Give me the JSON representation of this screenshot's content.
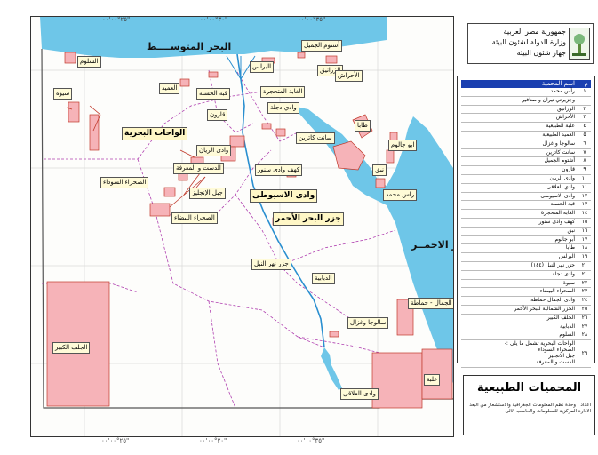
{
  "header": {
    "line1": "جمهورية مصر العربية",
    "line2": "وزارة الدولة لشئون البيئة",
    "line3": "جهاز شئون البيئة"
  },
  "map_title": "المحميات الطبيعية",
  "credit": "اعداد : وحدة نظم المعلومات الجغرافية والاستشعار من البعد الادارة المركزية للمعلومات والحاسب الالى",
  "coords": {
    "top": [
      "٢٥°٠٠'٠٠\"",
      "٣٠°٠٠'٠٠\"",
      "٣٥°٠٠'٠٠\""
    ],
    "bottom": [
      "٢٥°٠٠'٠٠\"",
      "٣٠°٠٠'٠٠\"",
      "٣٥°٠٠'٠٠\""
    ]
  },
  "seas": {
    "mediterranean": "البحر المتوســــط",
    "red_sea": "البحر الاحمــر"
  },
  "labels": {
    "salloum": "السلوم",
    "sewa": "سيوة",
    "omayed": "العميد",
    "hasana": "قبة الحسنة",
    "bahariya": "الواحات البحرية",
    "rayan": "وادى الريان",
    "qaroun": "قارون",
    "dest": "الدست و المغرفة",
    "sahara_sawda": "الصحراء السوداء",
    "jebel_inglis": "جبل الإنجليز",
    "sahara_bayda": "الصحراء البيضاء",
    "jelf": "الجلف الكبير",
    "ashtoum": "أشتوم الجميل",
    "borollos": "البرلس",
    "zaranik": "الزرانيق",
    "ahrash": "الأحراش",
    "ghaba": "الغابة المتحجرة",
    "wadi_degla": "وادي دجلة",
    "taba": "طابا",
    "saint_catherine": "سانت كاترين",
    "abu_galoum": "ابو جالوم",
    "nabq": "نبق",
    "ras_mohamed": "راس محمد",
    "kahf": "كهف وادى سنور",
    "asyouti": "وادى الاسيوطى",
    "nile_islands_red": "جزر البحر الأحمر",
    "nile_islands": "جزر نهر النيل",
    "dabbabiya": "الدبابية",
    "gemal": "وادى الجمال - حماطة",
    "salouga": "سالوجا وغزال",
    "elba": "علبة",
    "allaqi": "وادى العلاقى"
  },
  "legend": {
    "header_name": "اسم المحمية",
    "header_num": "م",
    "rows": [
      {
        "num": "١",
        "name": "رأس محمد"
      },
      {
        "num": "",
        "name": "وجزيرتي تيران و صنافير"
      },
      {
        "num": "٢",
        "name": "الزرانيق"
      },
      {
        "num": "٣",
        "name": "الأحراش"
      },
      {
        "num": "٤",
        "name": "علبة الطبيعية"
      },
      {
        "num": "٥",
        "name": "العميد الطبيعية"
      },
      {
        "num": "٦",
        "name": "سالوجا و غزال"
      },
      {
        "num": "٧",
        "name": "سانت كاترين"
      },
      {
        "num": "٨",
        "name": "أشتوم الجميل"
      },
      {
        "num": "٩",
        "name": "قارون"
      },
      {
        "num": "١٠",
        "name": "وادى الريان"
      },
      {
        "num": "١١",
        "name": "وادي العلاقى"
      },
      {
        "num": "١٢",
        "name": "وادى الاسيوطى"
      },
      {
        "num": "١٣",
        "name": "قبة الحسنة"
      },
      {
        "num": "١٤",
        "name": "الغابة المتحجرة"
      },
      {
        "num": "١٥",
        "name": "كهف وادى سنور"
      },
      {
        "num": "١٦",
        "name": "نبق"
      },
      {
        "num": "١٧",
        "name": "أبو جالوم"
      },
      {
        "num": "١٨",
        "name": "طابا"
      },
      {
        "num": "١٩",
        "name": "البرلس"
      },
      {
        "num": "٢٠",
        "name": "جزر نهر النيل (١٤٤)"
      },
      {
        "num": "٢١",
        "name": "وادى دجلة"
      },
      {
        "num": "٢٢",
        "name": "سيوة"
      },
      {
        "num": "٢٣",
        "name": "الصحراء البيضاء"
      },
      {
        "num": "٢٤",
        "name": "وادى الجمال حماطة"
      },
      {
        "num": "٢٥",
        "name": "الجزر الشمالية للبحر الأحمر"
      },
      {
        "num": "٢٦",
        "name": "الجلف الكبير"
      },
      {
        "num": "٢٧",
        "name": "الدبابية"
      },
      {
        "num": "٢٨",
        "name": "السلوم"
      }
    ],
    "last": {
      "num": "٢٩",
      "l1": "الواحات البحرية تشمل ما يلى :-",
      "l2": "الصحراء السوداء",
      "l3": "جبل الانجليز",
      "l4": "الدست و المغرفة"
    }
  },
  "colors": {
    "sea": "#6ec6e8",
    "reserve": "#f6b3b8",
    "boundary": "#b040b0",
    "nile": "#2a8fd0",
    "legend_header": "#1a3fb0"
  }
}
